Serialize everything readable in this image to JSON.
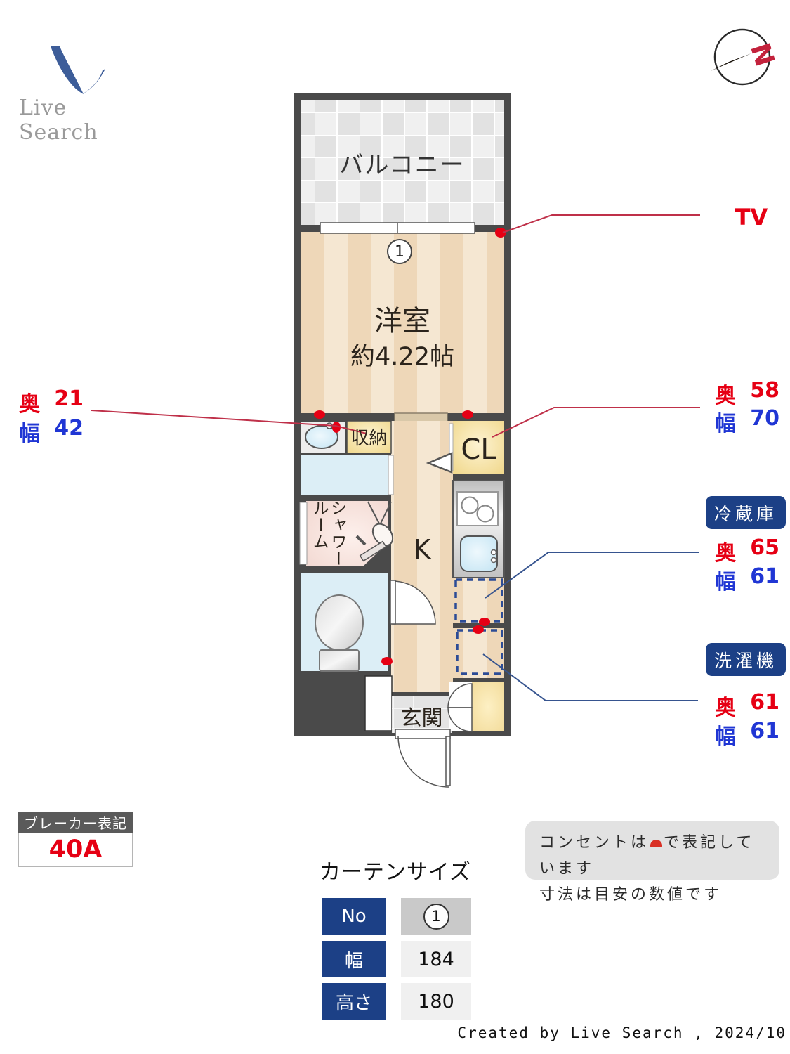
{
  "logo": {
    "text": "Live Search"
  },
  "compass": {
    "north_label": "N"
  },
  "plan": {
    "balcony": "バルコニー",
    "room": "洋室",
    "room_size": "約4.22帖",
    "storage": "収納",
    "closet": "CL",
    "kitchen": "K",
    "shower": "シャワー\nルーム",
    "entrance": "玄関",
    "window_no": "1"
  },
  "annotations": {
    "tv": "TV",
    "left_fixture": {
      "depth_label": "奥",
      "depth": "21",
      "width_label": "幅",
      "width": "42"
    },
    "closet": {
      "depth_label": "奥",
      "depth": "58",
      "width_label": "幅",
      "width": "70"
    },
    "fridge": {
      "title": "冷蔵庫",
      "depth_label": "奥",
      "depth": "65",
      "width_label": "幅",
      "width": "61"
    },
    "washer": {
      "title": "洗濯機",
      "depth_label": "奥",
      "depth": "61",
      "width_label": "幅",
      "width": "61"
    }
  },
  "breaker": {
    "title": "ブレーカー表記",
    "value": "40A"
  },
  "curtain": {
    "title": "カーテンサイズ",
    "rows": [
      {
        "label": "No",
        "value": "1"
      },
      {
        "label": "幅",
        "value": "184"
      },
      {
        "label": "高さ",
        "value": "180"
      }
    ]
  },
  "notes": {
    "line1_before": "コンセントは",
    "line1_after": "で表記しています",
    "line2": "寸法は目安の数値です"
  },
  "footer": {
    "credit": "Created by Live Search , 2024/10"
  },
  "colors": {
    "accent_red": "#e60014",
    "accent_blue": "#2036d4",
    "badge_navy": "#1c4086",
    "wall": "#4a4a4a"
  }
}
